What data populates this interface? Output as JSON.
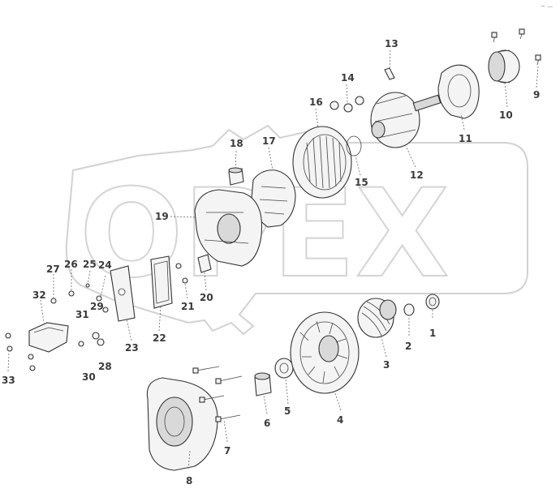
{
  "diagram": {
    "corner_mark": "~ —",
    "watermark_text": "OPEX",
    "part_labels": [
      "1",
      "2",
      "3",
      "4",
      "5",
      "6",
      "7",
      "8",
      "9",
      "10",
      "11",
      "12",
      "13",
      "14",
      "15",
      "16",
      "17",
      "18",
      "19",
      "20",
      "21",
      "22",
      "23",
      "24",
      "25",
      "26",
      "27",
      "28",
      "29",
      "30",
      "31",
      "32",
      "33"
    ]
  }
}
